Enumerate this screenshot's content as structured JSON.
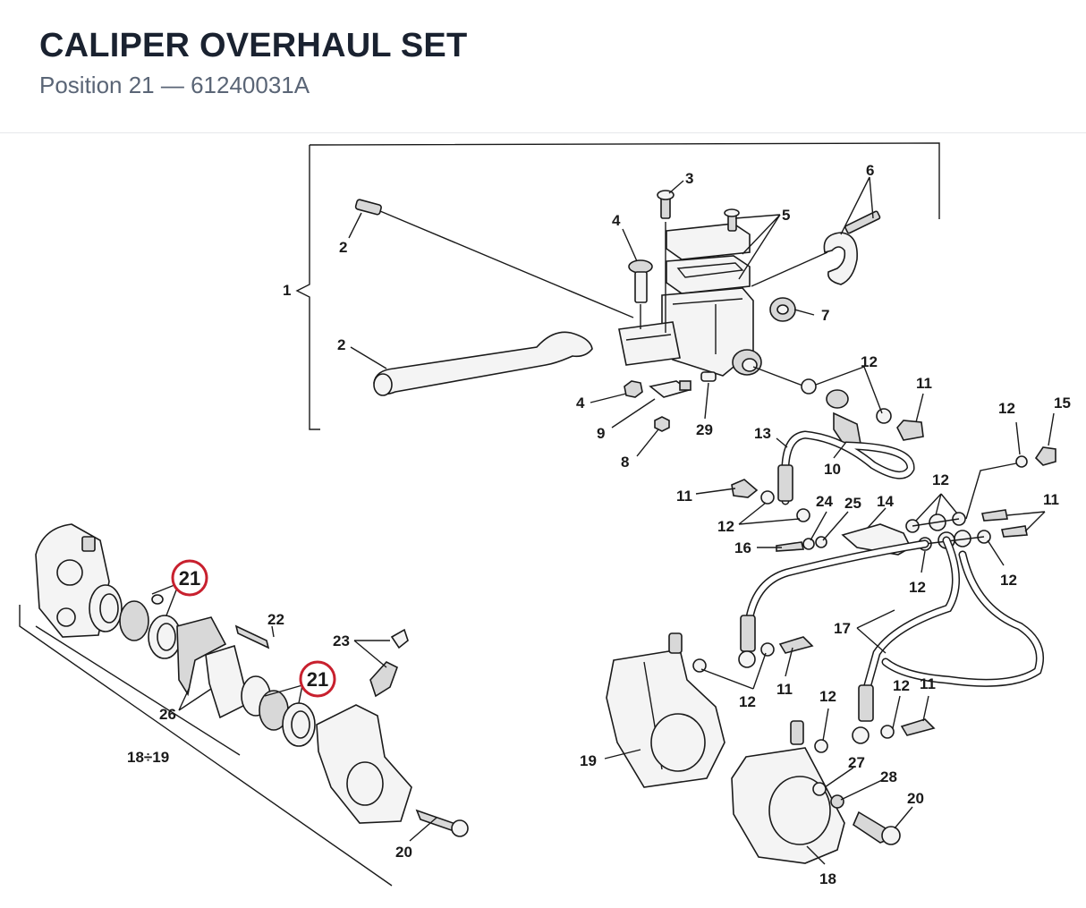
{
  "header": {
    "title": "CALIPER OVERHAUL SET",
    "subtitle": "Position 21 — 61240031A"
  },
  "highlight": {
    "color": "#c8202e",
    "label": "21"
  },
  "callouts": {
    "c1": "1",
    "c2a": "2",
    "c2b": "2",
    "c3": "3",
    "c4a": "4",
    "c4b": "4",
    "c5": "5",
    "c6": "6",
    "c7": "7",
    "c8": "8",
    "c9": "9",
    "c10": "10",
    "c11a": "11",
    "c11b": "11",
    "c11c": "11",
    "c11d": "11",
    "c11e": "11",
    "c12a": "12",
    "c12b": "12",
    "c12c": "12",
    "c12d": "12",
    "c12e": "12",
    "c12f": "12",
    "c12g": "12",
    "c12h": "12",
    "c12i": "12",
    "c13": "13",
    "c14": "14",
    "c15": "15",
    "c16": "16",
    "c17": "17",
    "c18": "18",
    "c18r": "18÷19",
    "c19": "19",
    "c20a": "20",
    "c20b": "20",
    "c21a": "21",
    "c21b": "21",
    "c22": "22",
    "c23": "23",
    "c24": "24",
    "c25": "25",
    "c26": "26",
    "c27": "27",
    "c28": "28",
    "c29": "29"
  }
}
